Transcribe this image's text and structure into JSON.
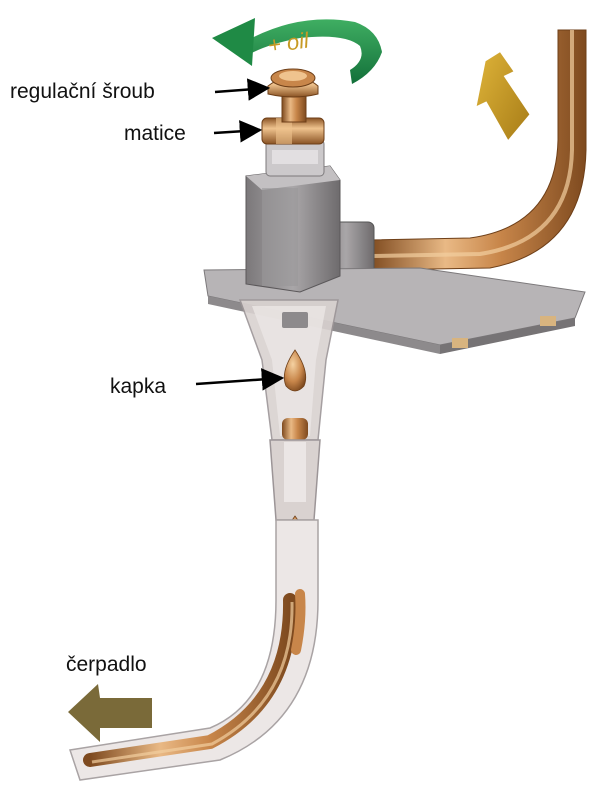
{
  "labels": {
    "adjusting_screw": "regulační šroub",
    "nut": "matice",
    "drop": "kapka",
    "pump": "čerpadlo"
  },
  "rotation_arrow_text": "+ oil",
  "colors": {
    "copper": "#c8864a",
    "copper_dark": "#8a5324",
    "copper_light": "#efc38e",
    "steel": "#8d8a8c",
    "steel_dark": "#6c6a6c",
    "steel_light": "#b7b4b6",
    "glass": "#d9d2d0",
    "green_arrow": "#1f8a45",
    "flow_arrow_top": "#c79a24",
    "flow_arrow_bottom": "#6b5a24",
    "pointer": "#000000"
  }
}
